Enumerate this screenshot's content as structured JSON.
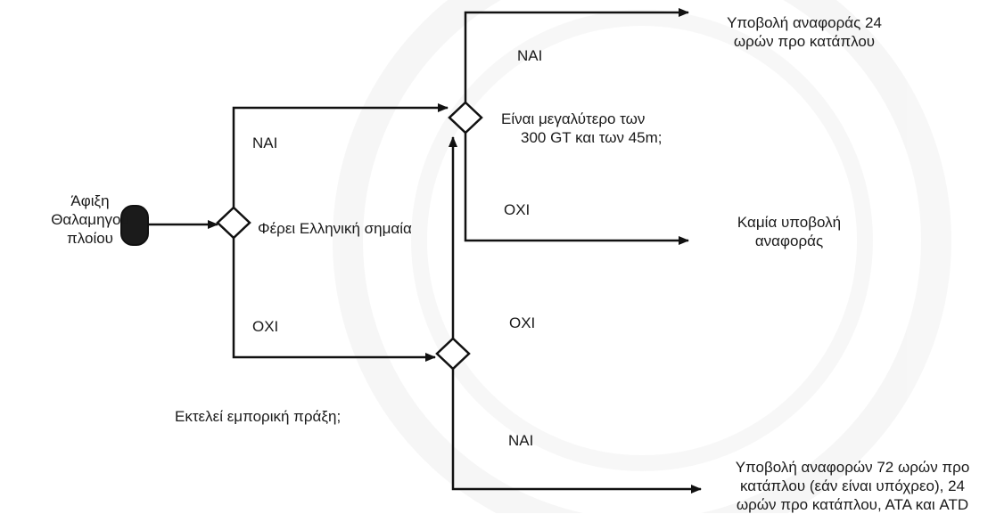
{
  "diagram": {
    "start_label": [
      "Άφιξη",
      "Θαλαμηγού",
      "πλοίου"
    ],
    "decision_flag": "Φέρει Ελληνική σημαία",
    "decision_size": [
      "Είναι μεγαλύτερο των",
      "300 GT και των 45m;"
    ],
    "decision_commercial": "Εκτελεί εμπορική πράξη;",
    "outcome_24h": [
      "Υποβολή αναφοράς 24",
      "ωρών προ κατάπλου"
    ],
    "outcome_none": [
      "Καμία υποβολή",
      "αναφοράς"
    ],
    "outcome_72h": [
      "Υποβολή αναφορών 72 ωρών προ",
      "κατάπλου (εάν είναι υπόχρεο), 24",
      "ωρών προ κατάπλου, ΑΤΑ και ATD"
    ],
    "yes_label": "ΝΑΙ",
    "no_label": "ΟΧΙ"
  },
  "colors": {
    "line": "#111111",
    "start_fill": "#1b1b1b",
    "watermark": "#f1f1f1"
  }
}
